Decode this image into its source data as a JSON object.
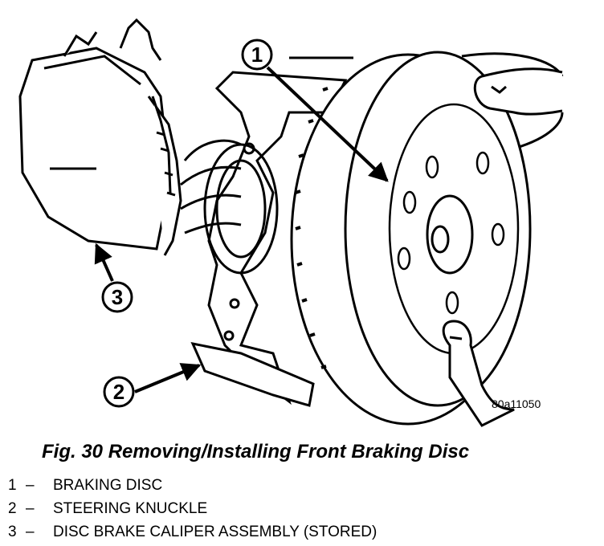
{
  "callouts": [
    {
      "number": "1"
    },
    {
      "number": "2"
    },
    {
      "number": "3"
    }
  ],
  "figure_id": "80a11050",
  "caption": "Fig. 30 Removing/Installing Front Braking Disc",
  "legend": [
    {
      "number": "1",
      "separator": "–",
      "label": "BRAKING DISC"
    },
    {
      "number": "2",
      "separator": "–",
      "label": "STEERING KNUCKLE"
    },
    {
      "number": "3",
      "separator": "–",
      "label": "DISC BRAKE CALIPER ASSEMBLY (STORED)"
    }
  ]
}
